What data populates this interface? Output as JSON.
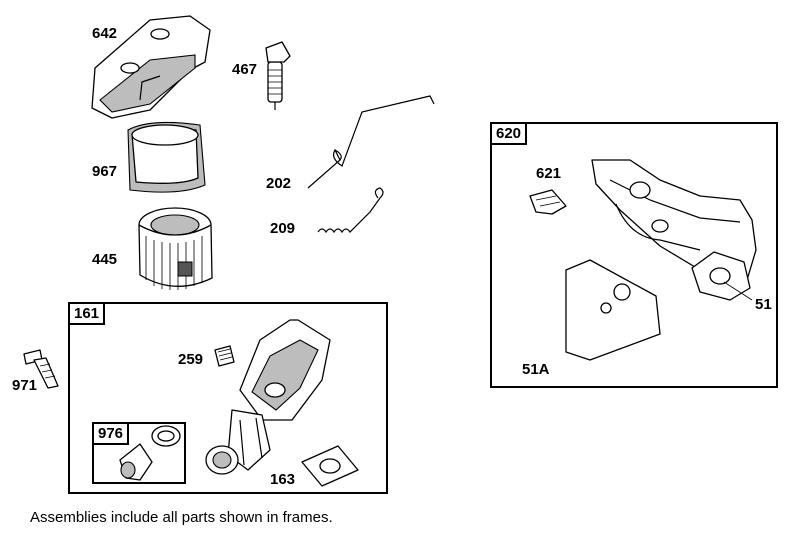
{
  "callouts": {
    "c642": "642",
    "c467": "467",
    "c967": "967",
    "c202": "202",
    "c209": "209",
    "c445": "445",
    "c259": "259",
    "c971": "971",
    "c163": "163",
    "c621": "621",
    "c51": "51",
    "c51a": "51A"
  },
  "frames": {
    "f161": "161",
    "f976": "976",
    "f620": "620"
  },
  "footnote": "Assemblies include all parts shown in frames."
}
